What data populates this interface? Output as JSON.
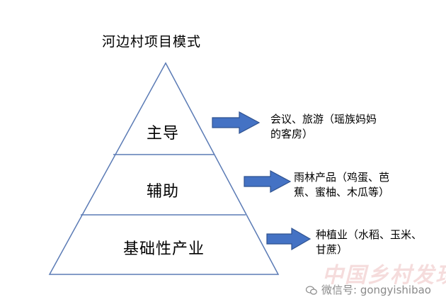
{
  "title": "河边村项目模式",
  "pyramid": {
    "levels": [
      {
        "label": "主导",
        "description": [
          "会议、旅游（瑶族妈妈",
          "的客房）"
        ]
      },
      {
        "label": "辅助",
        "description": [
          "雨林产品（鸡蛋、芭",
          "蕉、蜜柚、木瓜等）"
        ]
      },
      {
        "label": "基础性产业",
        "description": [
          "种植业（水稻、玉米、",
          "甘蔗）"
        ]
      }
    ]
  },
  "colors": {
    "arrow_fill": "#4472C4",
    "arrow_stroke": "#2F528F",
    "pyramid_stroke": "#5B7BB5",
    "watermark_red": "#C83C3C",
    "wechat_gray": "#8A8A8A"
  },
  "watermark": {
    "logo_text": "中国乡村发现网",
    "wechat_text": "微信号: gongyishibao"
  }
}
